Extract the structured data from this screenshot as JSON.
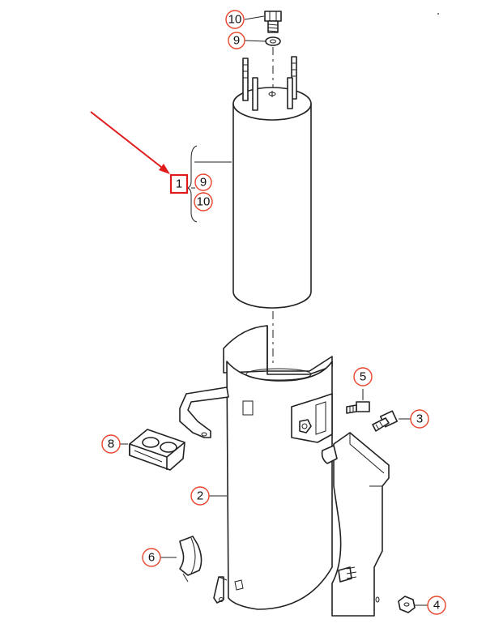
{
  "callouts": {
    "c10_top": "10",
    "c9_top": "9",
    "c1": "1",
    "c9_side": "9",
    "c10_side": "10",
    "c5": "5",
    "c3": "3",
    "c8": "8",
    "c2": "2",
    "c6": "6",
    "c4": "4"
  },
  "colors": {
    "callout_ring": "#e8452c",
    "highlight_box": "#e01b1b",
    "arrow": "#e01b1b",
    "line_art": "#222222"
  }
}
